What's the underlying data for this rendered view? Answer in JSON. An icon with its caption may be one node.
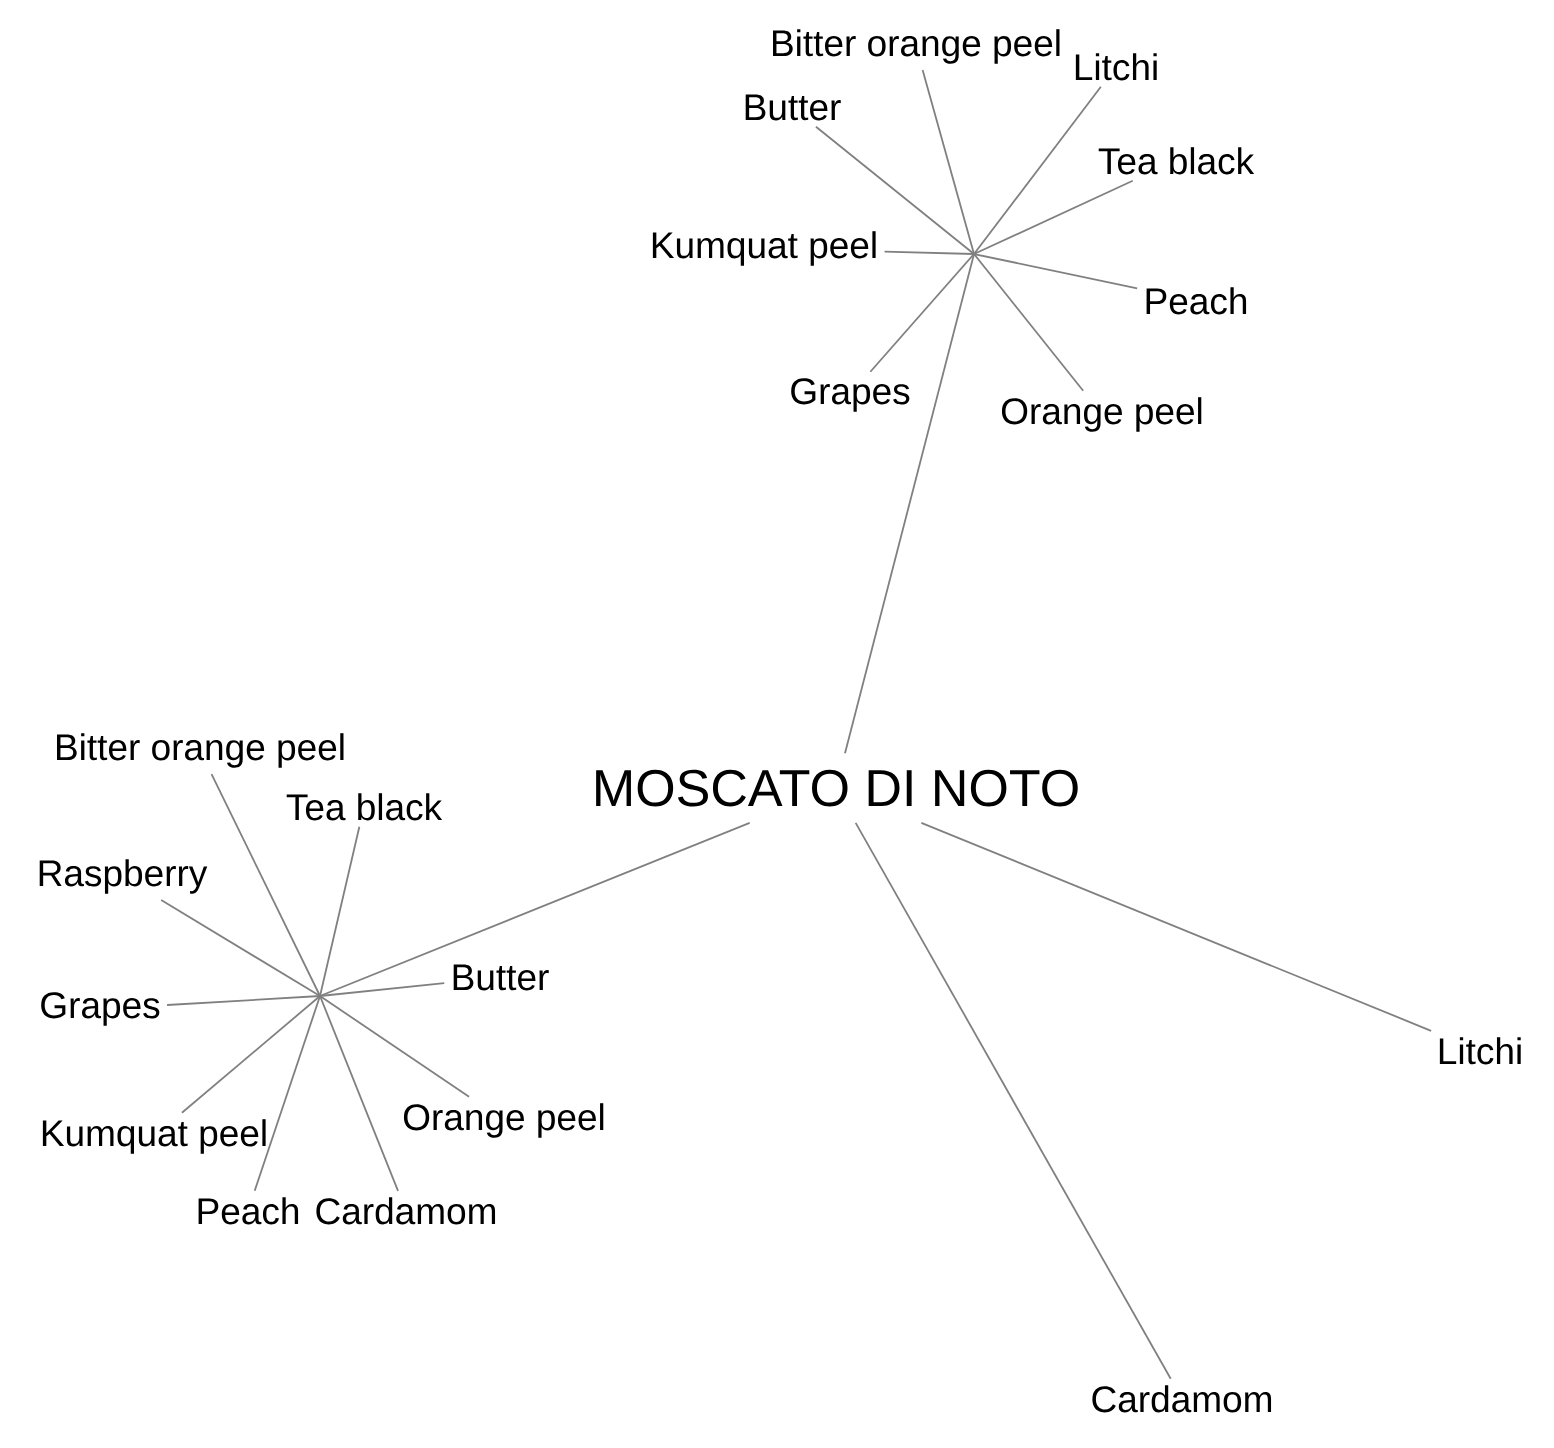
{
  "diagram": {
    "nodes": [
      {
        "text": [
          "MOSCATO DI NOTO"
        ]
      },
      {
        "text": [
          "Bitter orange peel"
        ]
      },
      {
        "text": [
          "Litchi"
        ]
      },
      {
        "text": [
          "Butter"
        ]
      },
      {
        "text": [
          "Tea black"
        ]
      },
      {
        "text": [
          "Kumquat peel"
        ]
      },
      {
        "text": [
          "Peach"
        ]
      },
      {
        "text": [
          "Grapes"
        ]
      },
      {
        "text": [
          "Orange peel"
        ]
      },
      {
        "text": [
          "Bitter orange peel"
        ]
      },
      {
        "text": [
          "Tea black"
        ]
      },
      {
        "text": [
          "Raspberry"
        ]
      },
      {
        "text": [
          "Butter"
        ]
      },
      {
        "text": [
          "Grapes"
        ]
      },
      {
        "text": [
          "Kumquat peel"
        ]
      },
      {
        "text": [
          "Orange peel"
        ]
      },
      {
        "text": [
          "Peach"
        ]
      },
      {
        "text": [
          "Cardamom"
        ]
      },
      {
        "text": [
          "Litchi"
        ]
      },
      {
        "text": [
          "Cardamom"
        ]
      }
    ],
    "edges": [
      {
        "from": 0,
        "to": 1,
        "arrow": "none"
      },
      {
        "from": 0,
        "to": 2,
        "arrow": "none"
      },
      {
        "from": 0,
        "to": 3,
        "arrow": "none"
      },
      {
        "from": 0,
        "to": 4,
        "arrow": "none"
      },
      {
        "from": 0,
        "to": 5,
        "arrow": "none"
      },
      {
        "from": 0,
        "to": 6,
        "arrow": "none"
      },
      {
        "from": 0,
        "to": 7,
        "arrow": "none"
      },
      {
        "from": 0,
        "to": 8,
        "arrow": "none"
      },
      {
        "from": 0,
        "to": 9,
        "arrow": "none"
      },
      {
        "from": 0,
        "to": 10,
        "arrow": "none"
      },
      {
        "from": 0,
        "to": 11,
        "arrow": "none"
      },
      {
        "from": 0,
        "to": 12,
        "arrow": "none"
      },
      {
        "from": 0,
        "to": 13,
        "arrow": "none"
      },
      {
        "from": 0,
        "to": 14,
        "arrow": "none"
      },
      {
        "from": 0,
        "to": 15,
        "arrow": "none"
      },
      {
        "from": 0,
        "to": 16,
        "arrow": "none"
      },
      {
        "from": 0,
        "to": 17,
        "arrow": "none"
      },
      {
        "from": 0,
        "to": 18,
        "arrow": "none"
      },
      {
        "from": 0,
        "to": 19,
        "arrow": "none"
      }
    ]
  }
}
